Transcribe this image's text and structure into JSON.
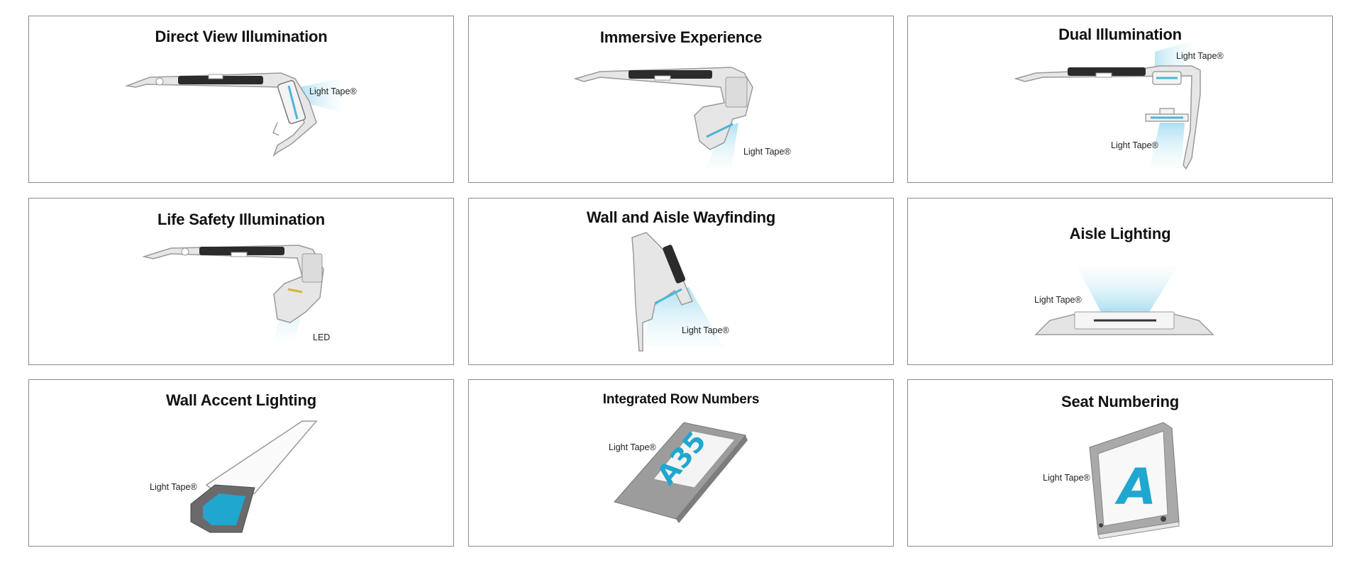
{
  "panels": [
    {
      "title": "Direct View Illumination",
      "labels": [
        "Light Tape®"
      ]
    },
    {
      "title": "Immersive Experience",
      "labels": [
        "Light Tape®"
      ]
    },
    {
      "title": "Dual Illumination",
      "labels": [
        "Light Tape®",
        "Light Tape®"
      ]
    },
    {
      "title": "Life Safety Illumination",
      "labels": [
        "LED"
      ]
    },
    {
      "title": "Wall and Aisle Wayfinding",
      "labels": [
        "Light Tape®"
      ]
    },
    {
      "title": "Aisle Lighting",
      "labels": [
        "Light Tape®"
      ]
    },
    {
      "title": "Wall Accent Lighting",
      "labels": [
        "Light Tape®"
      ]
    },
    {
      "title": "Integrated Row Numbers",
      "labels": [
        "Light Tape®"
      ],
      "sign_text": "A35"
    },
    {
      "title": "Seat Numbering",
      "labels": [
        "Light Tape®"
      ],
      "sign_text": "A"
    }
  ],
  "colors": {
    "border": "#8a8a8a",
    "profile_fill": "#e4e4e4",
    "profile_stroke": "#9a9a9a",
    "tread": "#2b2b2b",
    "light": "#bfe6f3",
    "accent": "#1fa7cf"
  }
}
